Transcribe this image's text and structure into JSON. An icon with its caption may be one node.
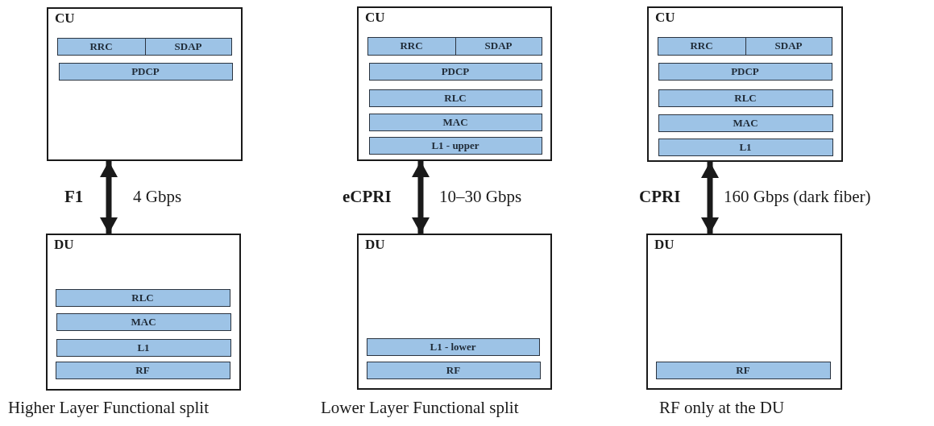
{
  "diagram": {
    "nodes": [
      {
        "text": [
          "CU"
        ]
      },
      {
        "text": [
          "RRC"
        ],
        "in": 0
      },
      {
        "text": [
          "SDAP"
        ],
        "in": 0
      },
      {
        "text": [
          "PDCP"
        ],
        "in": 0
      },
      {
        "text": [
          "DU"
        ]
      },
      {
        "text": [
          "RLC"
        ],
        "in": 4
      },
      {
        "text": [
          "MAC"
        ],
        "in": 4
      },
      {
        "text": [
          "L1"
        ],
        "in": 4
      },
      {
        "text": [
          "RF"
        ],
        "in": 4
      },
      {
        "text": [
          "CU"
        ]
      },
      {
        "text": [
          "RRC"
        ],
        "in": 9
      },
      {
        "text": [
          "SDAP"
        ],
        "in": 9
      },
      {
        "text": [
          "PDCP"
        ],
        "in": 9
      },
      {
        "text": [
          "RLC"
        ],
        "in": 9
      },
      {
        "text": [
          "MAC"
        ],
        "in": 9
      },
      {
        "text": [
          "L1 - upper"
        ],
        "in": 9
      },
      {
        "text": [
          "DU"
        ]
      },
      {
        "text": [
          "L1 - lower"
        ],
        "in": 16
      },
      {
        "text": [
          "RF"
        ],
        "in": 16
      },
      {
        "text": [
          "CU"
        ]
      },
      {
        "text": [
          "RRC"
        ],
        "in": 19
      },
      {
        "text": [
          "SDAP"
        ],
        "in": 19
      },
      {
        "text": [
          "PDCP"
        ],
        "in": 19
      },
      {
        "text": [
          "RLC"
        ],
        "in": 19
      },
      {
        "text": [
          "MAC"
        ],
        "in": 19
      },
      {
        "text": [
          "L1"
        ],
        "in": 19
      },
      {
        "text": [
          "DU"
        ]
      },
      {
        "text": [
          "RF"
        ],
        "in": 26
      }
    ],
    "edges": [
      {
        "from": 0,
        "to": 4,
        "arrow": "both",
        "label": "F1"
      },
      {
        "from": 9,
        "to": 16,
        "arrow": "both",
        "label": "eCPRI"
      },
      {
        "from": 19,
        "to": 26,
        "arrow": "both",
        "label": "CPRI"
      }
    ],
    "labels": [
      "4 Gbps",
      "10–30 Gbps",
      "160 Gbps (dark fiber)",
      "Higher Layer Functional split",
      "Lower Layer Functional split",
      "RF only at the DU"
    ]
  }
}
